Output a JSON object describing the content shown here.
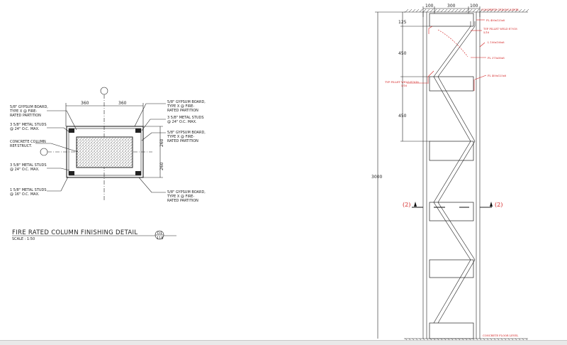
{
  "left_detail": {
    "dims": {
      "w1": "360",
      "w2": "360",
      "h1": "260",
      "h2": "260"
    },
    "labels": {
      "gyp_tl": [
        "5/8\" GYPSUM BOARD,",
        "TYPE X @ FIRE-",
        "RATED PARTITION"
      ],
      "studs_l1": [
        "3 5/8\" METAL STUDS",
        "@ 24\" O.C. MAX."
      ],
      "col": [
        "CONCRETE COLUMN",
        "REF.STRUCT."
      ],
      "studs_l2": [
        "3 5/8\" METAL STUDS",
        "@ 24\" O.C. MAX."
      ],
      "studs_l3": [
        "1 5/8\" METAL STUDS",
        "@ 16\" O.C. MAX."
      ],
      "gyp_tr": [
        "5/8\" GYPSUM BOARD,",
        "TYPE X @ FIRE-",
        "RATED PARTITION"
      ],
      "studs_r": [
        "3 5/8\" METAL STUDS",
        "@ 24\" O.C. MAX."
      ],
      "gyp_mr": [
        "5/8\" GYPSUM BOARD,",
        "TYPE X @ FIRE-",
        "RATED PARTITION"
      ],
      "gyp_br": [
        "5/8\" GYPSUM BOARD,",
        "TYPE X @ FIRE-",
        "RATED PARTITION"
      ]
    },
    "title": "FIRE RATED COLUMN FINISHING DETAIL",
    "scale": "SCALE : 1:50",
    "ref_top": "D1",
    "ref_bottom": "115"
  },
  "right_detail": {
    "top_dims": [
      "100",
      "300",
      "100"
    ],
    "side_dims": [
      "125",
      "450",
      "450"
    ],
    "overall": "3000",
    "ceiling": "CONCRETE CEILING LEVEL",
    "floor": "CONCRETE FLOOR LEVEL",
    "red_notes": {
      "pl_top": "PL 400x125x8",
      "fillet_top": "TYP FILLET WELD E7018",
      "fillet_top_size": "5/16",
      "angle": "L 100x100x8",
      "pl_mid": "PL 375x50x8",
      "pl_low": "PL 400x125x8",
      "fillet_left": "TYP FILLET WELD E7018",
      "fillet_left_size": "5/16"
    },
    "section_mark_left": "(2)",
    "section_mark_right": "(2)"
  }
}
